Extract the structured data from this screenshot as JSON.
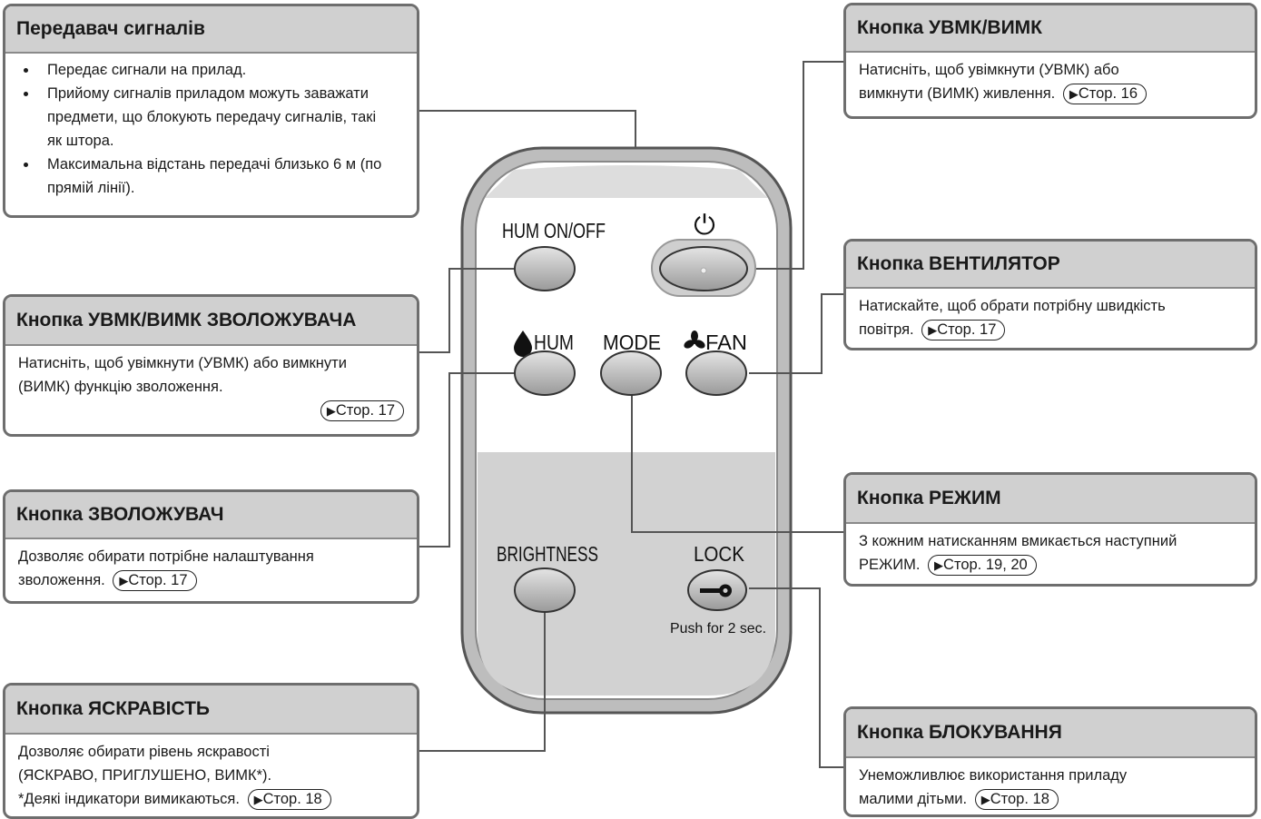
{
  "ref_marker": "▶",
  "remote": {
    "hum_onoff_label": "HUM ON/OFF",
    "power_symbol": "⏻",
    "hum_label": "HUM",
    "mode_label": "MODE",
    "fan_label": "FAN",
    "brightness_label": "BRIGHTNESS",
    "lock_label": "LOCK",
    "push_note": "Push for 2 sec."
  },
  "callouts": {
    "transmitter": {
      "title": "Передавач сигналів",
      "bullets": [
        "Передає сигнали на прилад.",
        "Прийому сигналів приладом можуть заважати предмети, що блокують передачу сигналів, такі як штора.",
        "Максимальна відстань передачі близько 6 м (по прямій лінії)."
      ]
    },
    "hum_onoff": {
      "title": "Кнопка УВМК/ВИМК ЗВОЛОЖУВАЧА",
      "text": "Натисніть, щоб увімкнути (УВМК) або вимкнути (ВИМК) функцію зволоження.",
      "ref": "Стор. 17"
    },
    "humidifier": {
      "title": "Кнопка ЗВОЛОЖУВАЧ",
      "text": "Дозволяє обирати потрібне налаштування зволоження.",
      "ref": "Стор. 17"
    },
    "brightness": {
      "title": "Кнопка ЯСКРАВІСТЬ",
      "text1": "Дозволяє обирати рівень яскравості",
      "text2": "(ЯСКРАВО, ПРИГЛУШЕНО, ВИМК*).",
      "text3": "*Деякі індикатори вимикаються.",
      "ref": "Стор. 18"
    },
    "power": {
      "title": "Кнопка УВМК/ВИМК",
      "text1": "Натисніть, щоб увімкнути (УВМК) або",
      "text2": "вимкнути (ВИМК) живлення.",
      "ref": "Стор. 16"
    },
    "fan": {
      "title": "Кнопка ВЕНТИЛЯТОР",
      "text1": "Натискайте, щоб обрати потрібну швидкість",
      "text2": "повітря.",
      "ref": "Стор. 17"
    },
    "mode": {
      "title": "Кнопка РЕЖИМ",
      "text1": "З кожним натисканням вмикається наступний",
      "text2": "РЕЖИМ.",
      "ref": "Стор. 19, 20"
    },
    "lock": {
      "title": "Кнопка БЛОКУВАННЯ",
      "text1": "Унеможливлює використання приладу",
      "text2": "малими дітьми.",
      "ref": "Стор. 18"
    }
  }
}
